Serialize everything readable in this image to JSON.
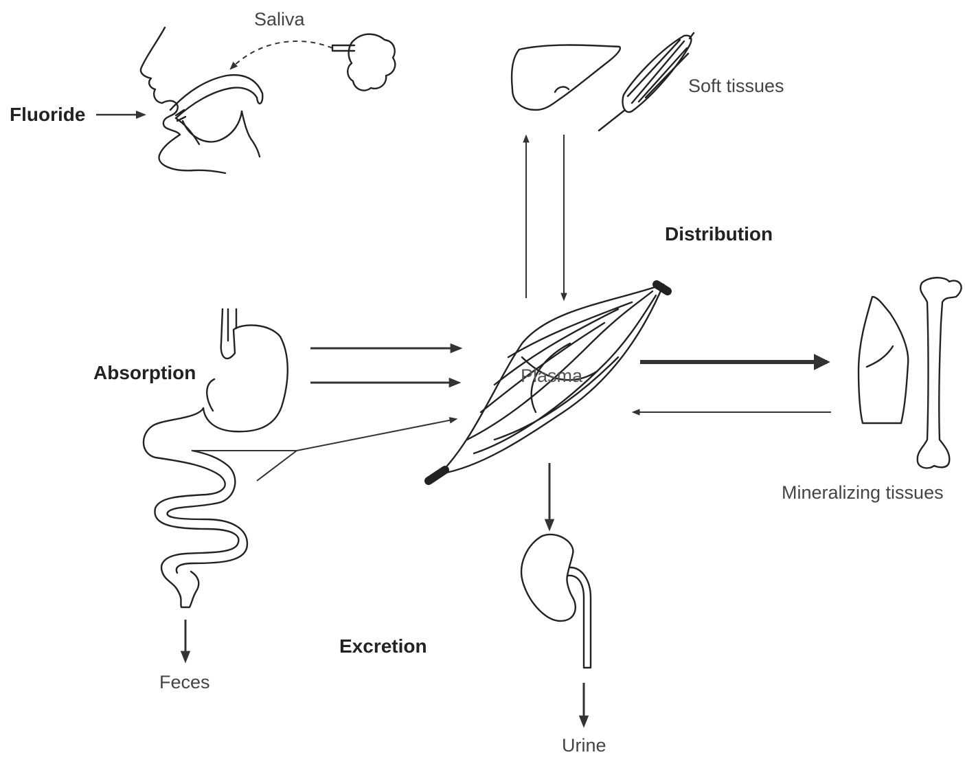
{
  "labels": {
    "saliva": "Saliva",
    "fluoride": "Fluoride",
    "soft_tissues": "Soft tissues",
    "distribution": "Distribution",
    "absorption": "Absorption",
    "plasma": "Plasma",
    "mineralizing_tissues": "Mineralizing tissues",
    "excretion": "Excretion",
    "feces": "Feces",
    "urine": "Urine"
  },
  "colors": {
    "line": "#222222",
    "text": "#222222",
    "light_text": "#444444",
    "background": "#ffffff"
  }
}
